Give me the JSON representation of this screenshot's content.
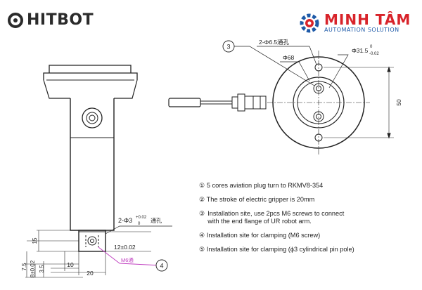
{
  "logos": {
    "left_text": "HITBOT",
    "right_title": "MINH TÂM",
    "right_subtitle": "AUTOMATION SOLUTION",
    "colors": {
      "hitbot": "#2b2b2b",
      "minhtam_red": "#d8232a",
      "minhtam_blue": "#1e5aa8",
      "callout": "#c040c0"
    }
  },
  "side_view": {
    "hole_label": "2-Φ3",
    "hole_tol_upper": "+0.02",
    "hole_tol_lower": "0",
    "hole_suffix": "通孔",
    "clamp_dim": "12±0.02",
    "screw_label": "M6通",
    "callout_4": "4",
    "dims": {
      "d15": "15",
      "d75": "7.5",
      "d8": "8±0.02",
      "d35": "3.5",
      "d10": "10",
      "d20": "20"
    }
  },
  "front_view": {
    "callout_3": "3",
    "hole_label": "2-Φ6.5通孔",
    "phi68": "Φ68",
    "phi315": "Φ31.5",
    "phi315_tol_upper": "0",
    "phi315_tol_lower": "-0.02",
    "dim50": "50"
  },
  "notes": [
    {
      "num": "①",
      "text": "5 cores aviation plug turn to RKMV8-354"
    },
    {
      "num": "②",
      "text": "The stroke of electric gripper is 20mm"
    },
    {
      "num": "③",
      "text": "Installation site, use 2pcs M6 screws to connect\nwith the end flange of UR robot arm."
    },
    {
      "num": "④",
      "text": "Installation site for clamping (M6 screw)"
    },
    {
      "num": "⑤",
      "text": "Installation site for clamping (ϕ3 cylindrical pin pole)"
    }
  ]
}
